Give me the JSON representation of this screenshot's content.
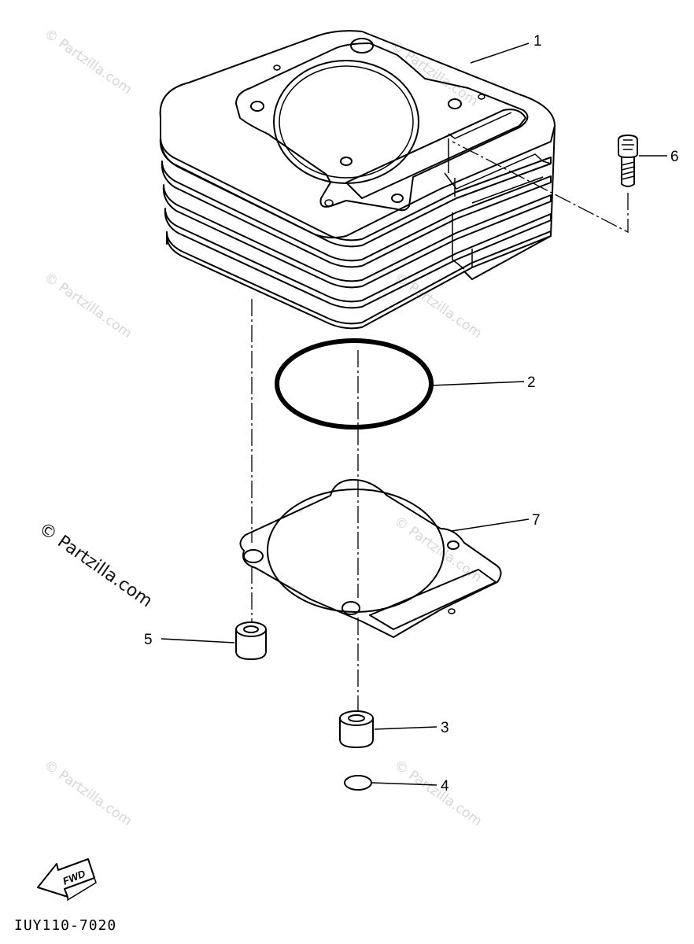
{
  "watermarks": {
    "text": "© Partzilla.com",
    "prominent": "© Partzilla.com"
  },
  "callouts": {
    "part_1": "1",
    "part_2": "2",
    "part_3": "3",
    "part_4": "4",
    "part_5": "5",
    "part_6": "6",
    "part_7": "7"
  },
  "fwd_label": "FWD",
  "diagram_code": "IUY110-7020"
}
